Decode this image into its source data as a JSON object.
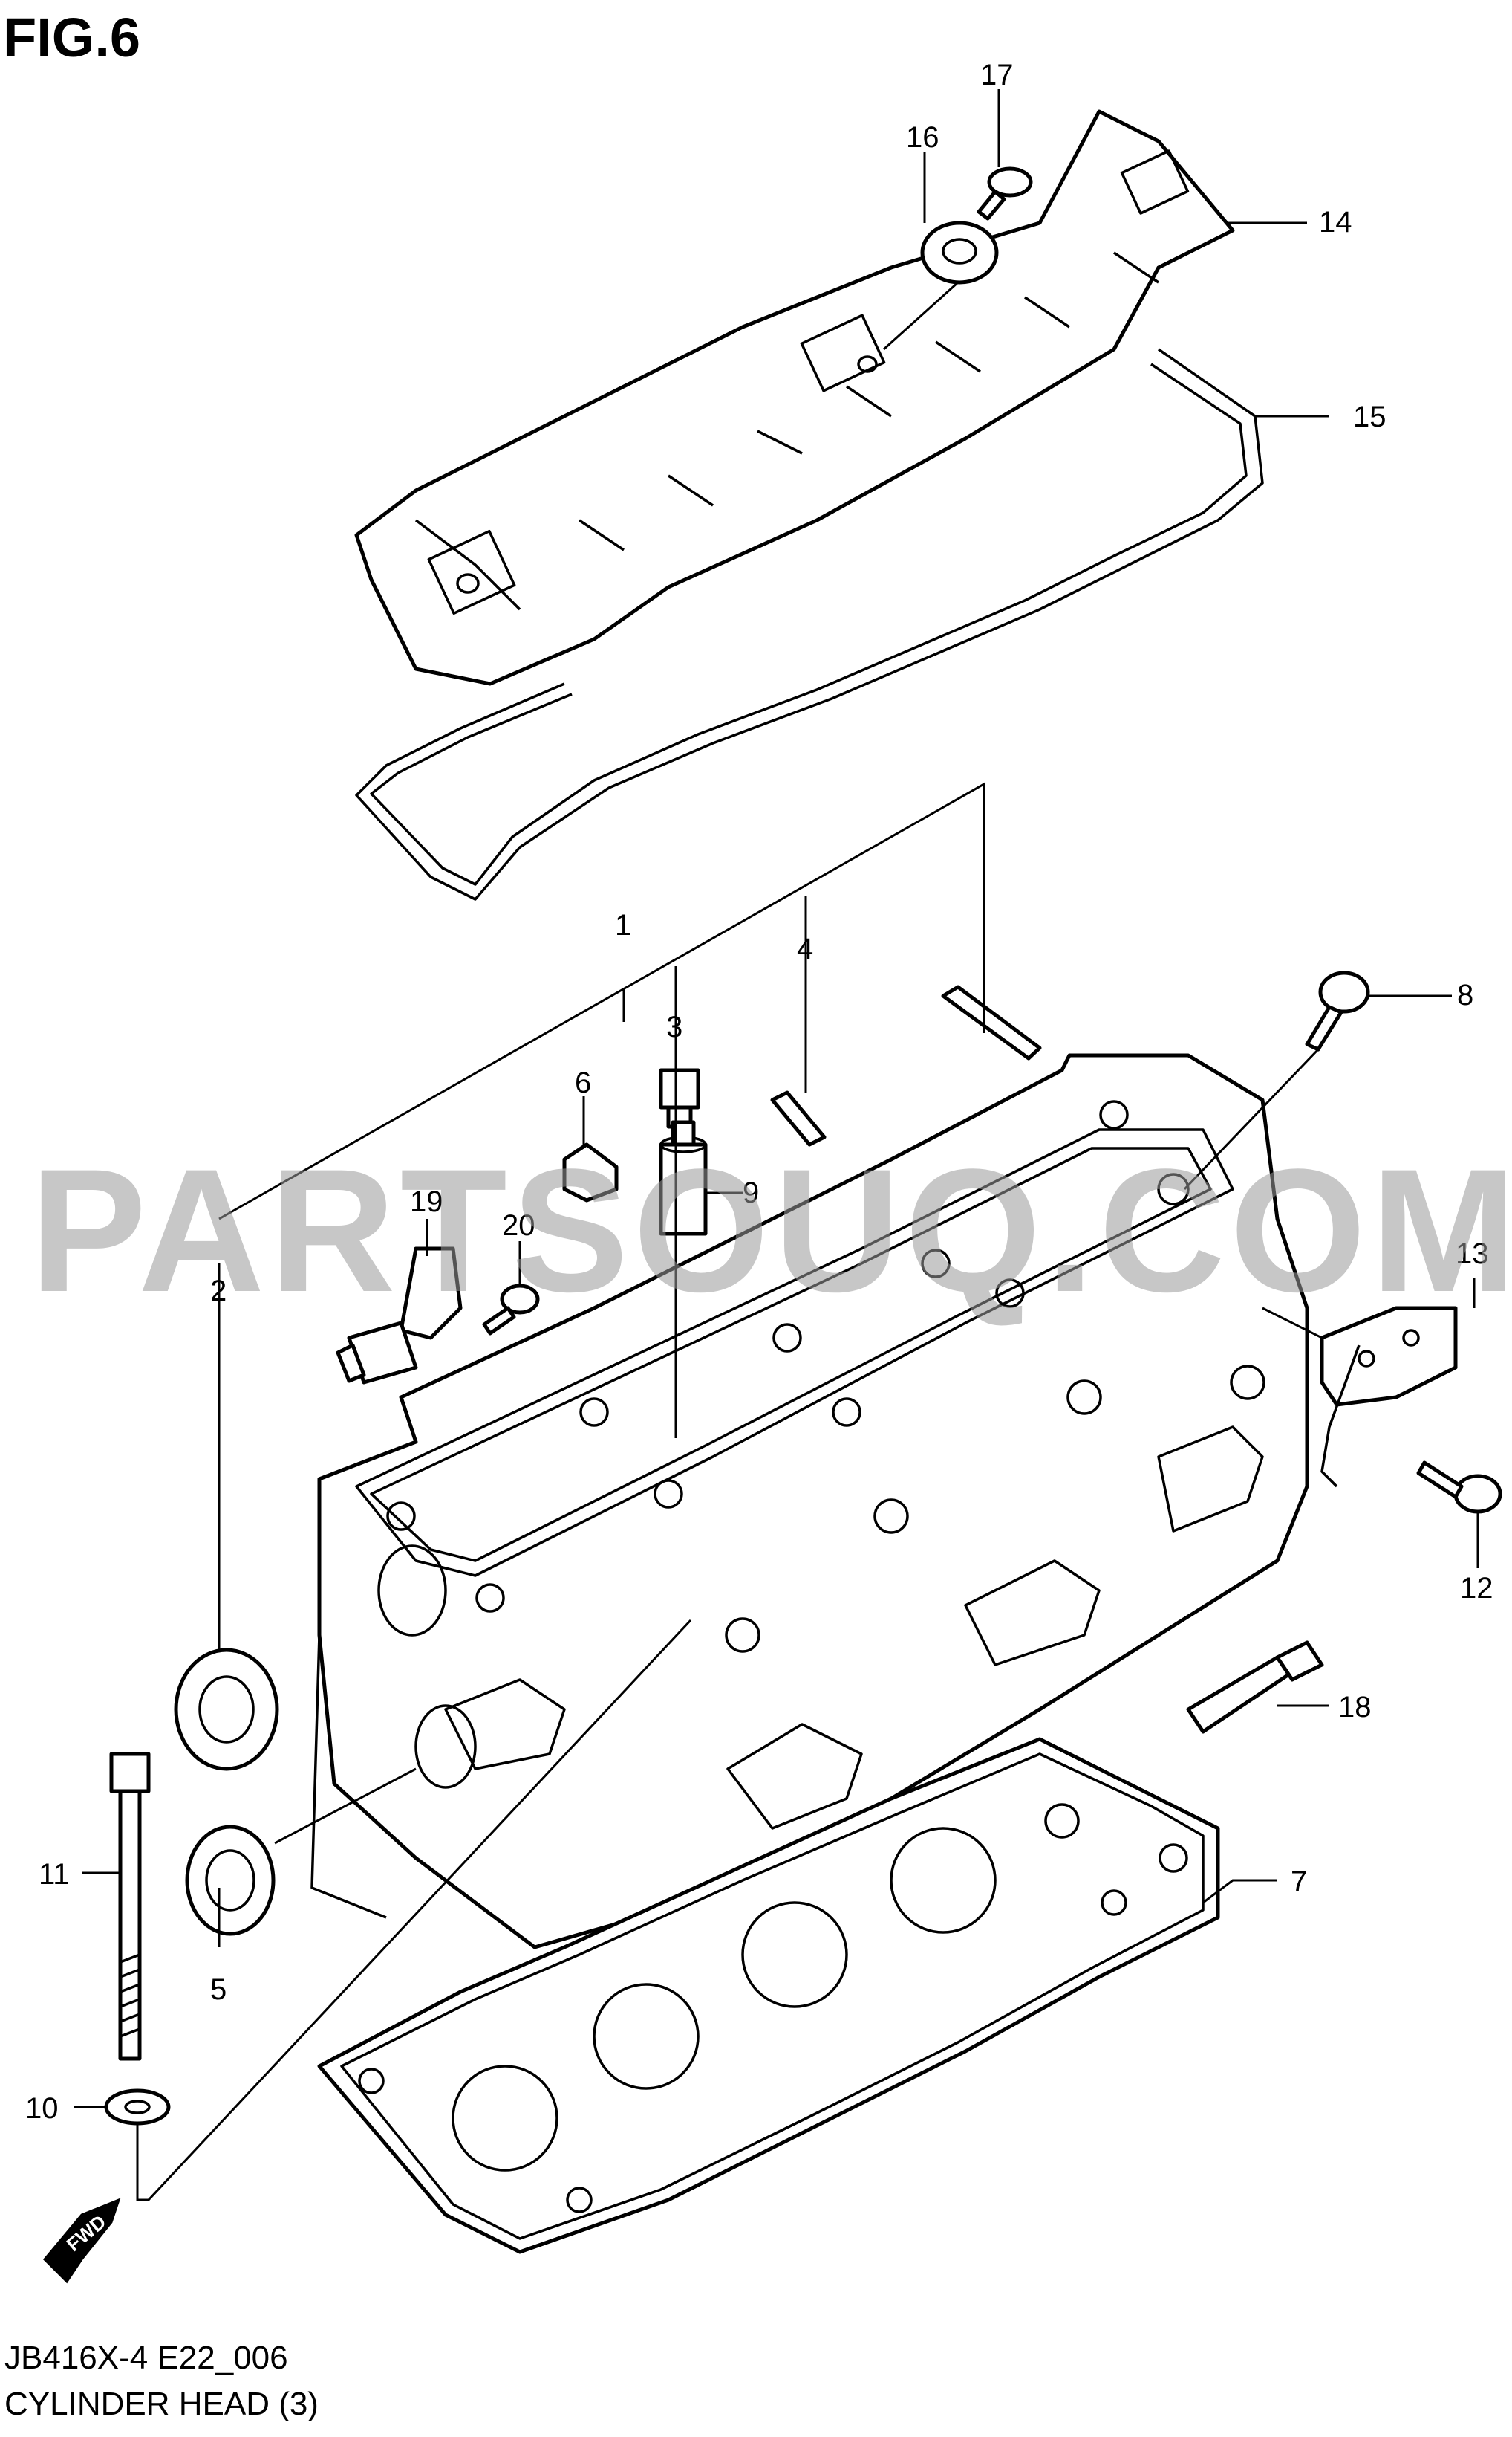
{
  "figure": {
    "title": "FIG.6",
    "code": "JB416X-4 E22_006",
    "name": "CYLINDER HEAD (3)"
  },
  "watermark": "PARTSOUQ.COM",
  "fwd_label": "FWD",
  "callouts": {
    "p1": "1",
    "p2": "2",
    "p3": "3",
    "p4": "4",
    "p5": "5",
    "p6": "6",
    "p7": "7",
    "p8": "8",
    "p9": "9",
    "p10": "10",
    "p11": "11",
    "p12": "12",
    "p13": "13",
    "p14": "14",
    "p15": "15",
    "p16": "16",
    "p17": "17",
    "p18": "18",
    "p19": "19",
    "p20": "20"
  }
}
